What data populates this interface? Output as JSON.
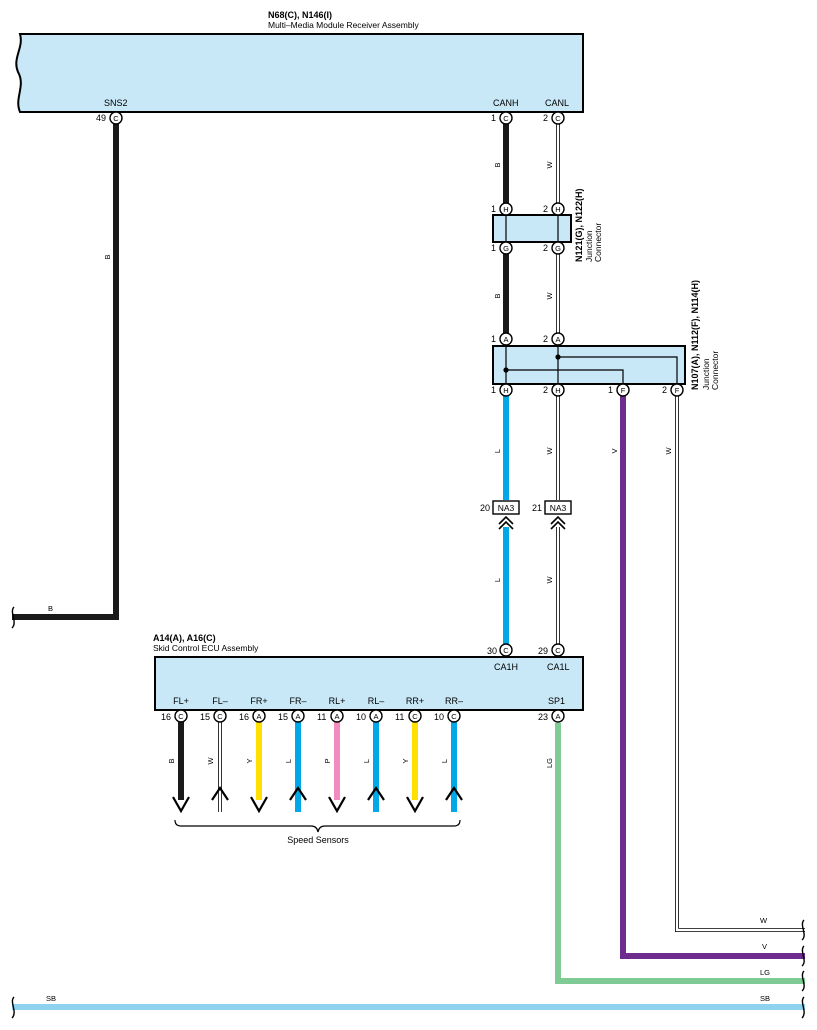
{
  "colors": {
    "B": "#1a1a1a",
    "W": "#ffffff",
    "L": "#00a8e8",
    "V": "#6e2c8e",
    "LG": "#7ecb96",
    "SB": "#8fd2f0",
    "Y": "#ffe000",
    "P": "#f28cc0",
    "box": "#c8e8f8"
  },
  "mm": {
    "title": "N68(C), N146(I)",
    "subtitle": "Multi–Media Module Receiver Assembly",
    "sns2": "SNS2",
    "canh": "CANH",
    "canl": "CANL",
    "pin_sns2": "49",
    "pin_canh": "1",
    "pin_canl": "2",
    "ltr_c": "C"
  },
  "jc1": {
    "title": "N121(G), N122(H)",
    "line1": "Junction",
    "line2": "Connector",
    "pin1": "1",
    "pin2": "2",
    "ltr_h": "H",
    "ltr_g": "G"
  },
  "jc2": {
    "title": "N107(A), N112(F), N114(H)",
    "line1": "Junction",
    "line2": "Connector",
    "pin1": "1",
    "pin2": "2",
    "ltr_a": "A",
    "ltr_h": "H",
    "ltr_f": "F"
  },
  "inline": {
    "name": "NA3",
    "pin_a": "20",
    "pin_b": "21"
  },
  "skid": {
    "title": "A14(A), A16(C)",
    "subtitle": "Skid Control ECU Assembly",
    "ca1h": "CA1H",
    "ca1l": "CA1L",
    "sp1": "SP1",
    "pin_ca1h": "30",
    "pin_ca1l": "29",
    "pin_sp1": "23",
    "ltr_c": "C",
    "ltr_a": "A",
    "sensors": [
      {
        "label": "FL+",
        "pin": "16",
        "ltr": "C",
        "color": "B",
        "dir": "down"
      },
      {
        "label": "FL–",
        "pin": "15",
        "ltr": "C",
        "color": "W",
        "dir": "up"
      },
      {
        "label": "FR+",
        "pin": "16",
        "ltr": "A",
        "color": "Y",
        "dir": "down"
      },
      {
        "label": "FR–",
        "pin": "15",
        "ltr": "A",
        "color": "L",
        "dir": "up"
      },
      {
        "label": "RL+",
        "pin": "11",
        "ltr": "A",
        "color": "P",
        "dir": "down"
      },
      {
        "label": "RL–",
        "pin": "10",
        "ltr": "A",
        "color": "L",
        "dir": "up"
      },
      {
        "label": "RR+",
        "pin": "11",
        "ltr": "C",
        "color": "Y",
        "dir": "down"
      },
      {
        "label": "RR–",
        "pin": "10",
        "ltr": "C",
        "color": "L",
        "dir": "up"
      }
    ],
    "sensors_label": "Speed Sensors"
  },
  "wires": {
    "B": "B",
    "W": "W",
    "L": "L",
    "V": "V",
    "LG": "LG",
    "SB": "SB"
  }
}
